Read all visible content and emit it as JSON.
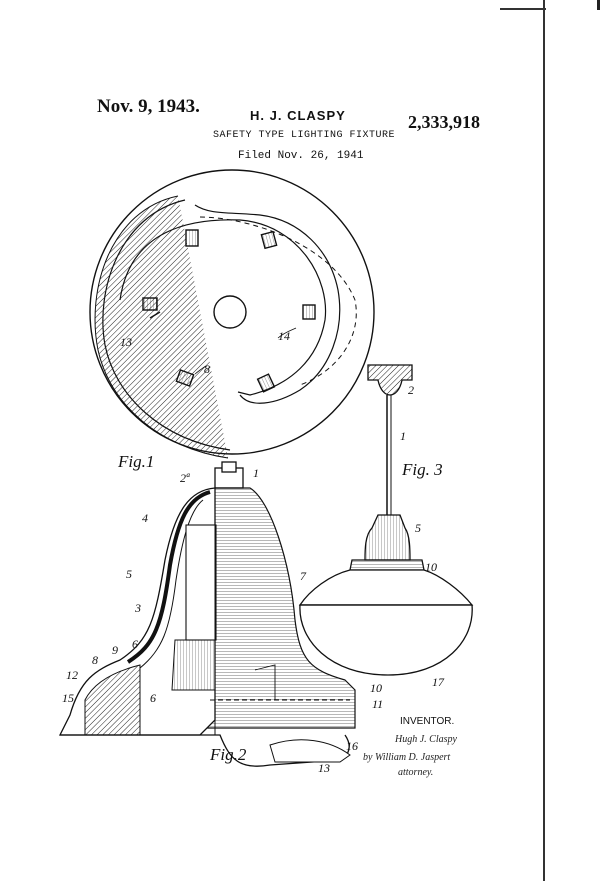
{
  "header": {
    "date": "Nov. 9, 1943.",
    "inventor": "H. J. CLASPY",
    "patent_number": "2,333,918",
    "title": "SAFETY TYPE LIGHTING FIXTURE",
    "filed": "Filed Nov. 26, 1941"
  },
  "figures": {
    "fig1": "Fig.1",
    "fig2": "Fig.2",
    "fig3": "Fig. 3"
  },
  "refs": {
    "r1a": "1",
    "r2a": "2ª",
    "r4": "4",
    "r5a": "5",
    "r3": "3",
    "r6a": "6",
    "r9": "9",
    "r8a": "8",
    "r12": "12",
    "r15": "15",
    "r6b": "6",
    "r7": "7",
    "r10a": "10",
    "r11": "11",
    "r16": "16",
    "r13a": "13",
    "r13b": "13",
    "r14": "14",
    "r8b": "8",
    "r2b": "2",
    "r1b": "1",
    "r5b": "5",
    "r10b": "10",
    "r17": "17"
  },
  "signature": {
    "label": "INVENTOR.",
    "inventor_sig": "Hugh J. Claspy",
    "by_line": "by William D. Jaspert",
    "attorney": "attorney."
  }
}
